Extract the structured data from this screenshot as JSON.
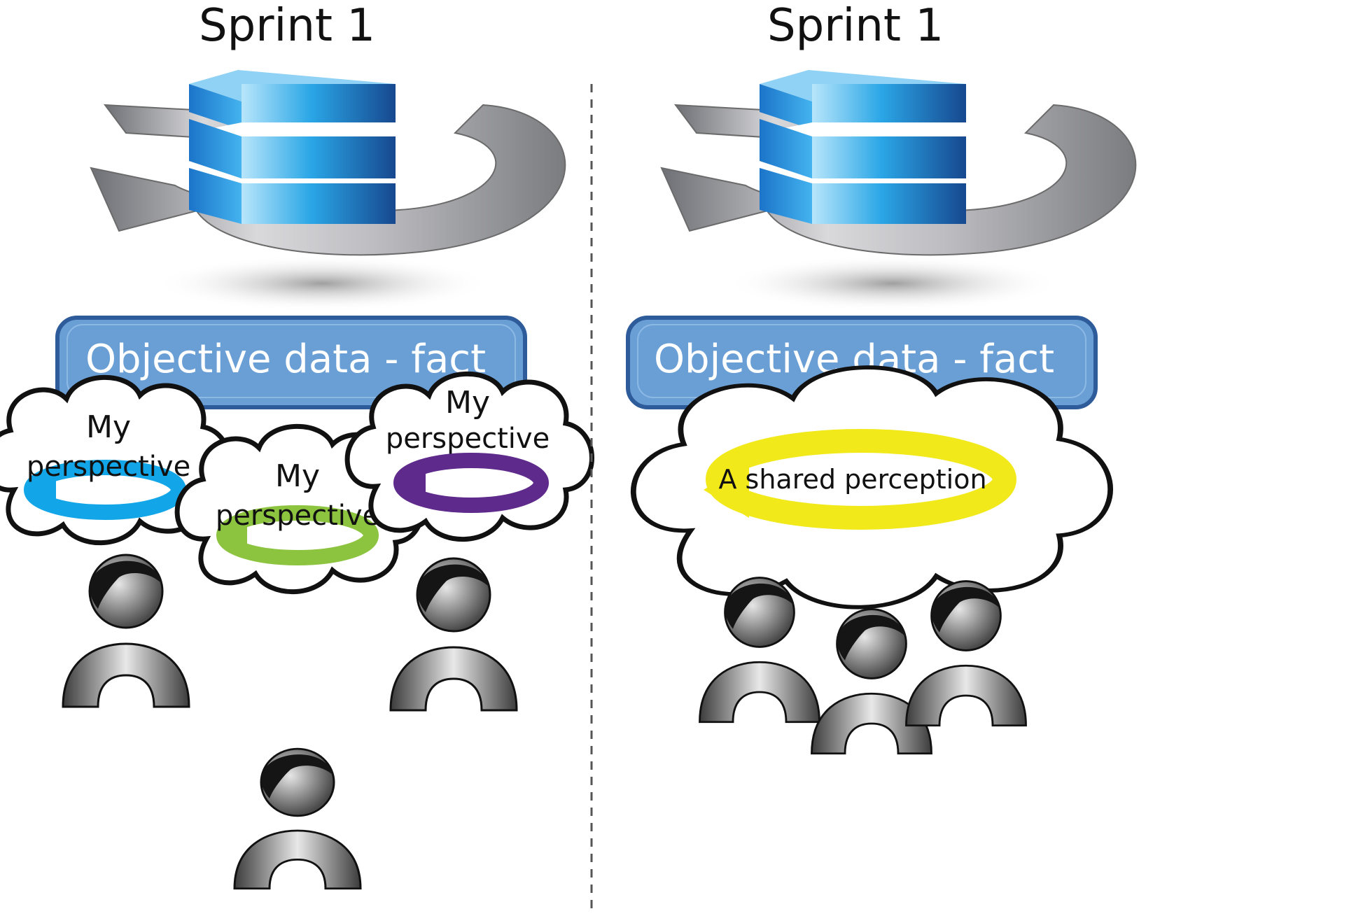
{
  "left_panel": {
    "title": "Sprint 1",
    "banner": "Objective data - fact",
    "bubbles": [
      {
        "line1": "My",
        "line2": "perspective",
        "arrow_color": "#12A6E8"
      },
      {
        "line1": "My",
        "line2": "perspective",
        "arrow_color": "#8CC43F"
      },
      {
        "line1": "My",
        "line2": "perspective",
        "arrow_color": "#5E2A8C"
      }
    ]
  },
  "right_panel": {
    "title": "Sprint 1",
    "banner": "Objective data - fact",
    "bubble": {
      "text": "A shared perception",
      "arrow_color": "#F2E91A"
    }
  },
  "colors": {
    "banner_fill": "#6A9FD6",
    "banner_stroke": "#2E5C9A",
    "stack_blue": "#1E6FC0",
    "cycle_gray": "#A9AAAD",
    "divider": "#555555",
    "person_gray": "#9A9A9A"
  }
}
